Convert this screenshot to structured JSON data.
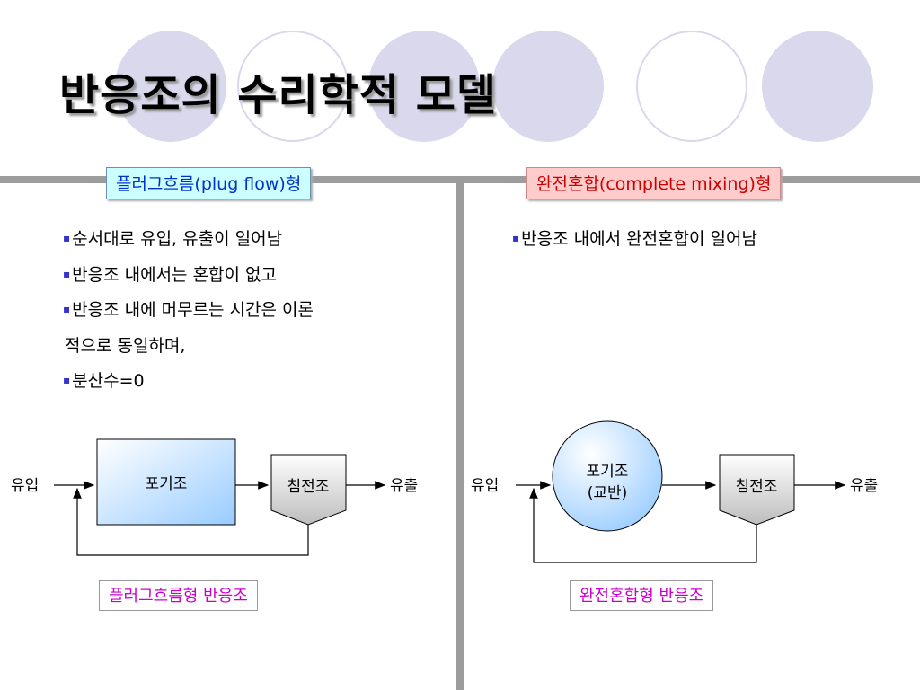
{
  "title": "반응조의 수리학적 모델",
  "left": {
    "heading": "플러그흐름(plug flow)형",
    "bullets": [
      {
        "marker": "▪",
        "text": "순서대로 유입, 유출이 일어남"
      },
      {
        "marker": "▪",
        "text": "반응조 내에서는 혼합이 없고"
      },
      {
        "marker": "▪",
        "text": "반응조 내에 머무르는 시간은 이론"
      },
      {
        "marker": "",
        "text": "적으로 동일하며,"
      },
      {
        "marker": "▪",
        "text": "분산수=0"
      }
    ],
    "diagram": {
      "inflow": "유입",
      "reactor": "포기조",
      "clarifier": "침전조",
      "outflow": "유출"
    },
    "caption": "플러그흐름형 반응조"
  },
  "right": {
    "heading": "완전혼합(complete mixing)형",
    "bullets": [
      {
        "marker": "▪",
        "text": "반응조 내에서 완전혼합이 일어남"
      }
    ],
    "diagram": {
      "inflow": "유입",
      "reactor": "포기조",
      "reactor_sub": "(교반)",
      "clarifier": "침전조",
      "outflow": "유출"
    },
    "caption": "완전혼합형 반응조"
  },
  "colors": {
    "left_heading_bg": "#ccffff",
    "left_heading_text": "#0033cc",
    "right_heading_bg": "#ffcccc",
    "right_heading_text": "#cc0000",
    "caption_text": "#cc00cc",
    "decor_circle": "#d9d8ec",
    "divider": "#9c9c9c"
  }
}
